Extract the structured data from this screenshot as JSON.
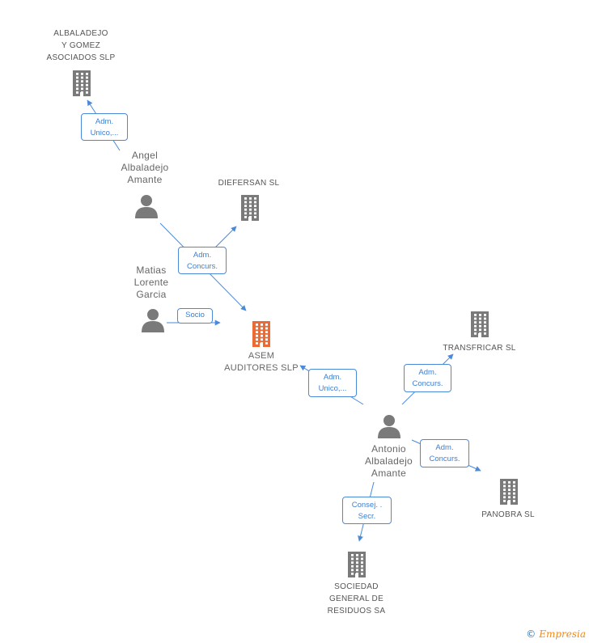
{
  "colors": {
    "edge": "#4a8ad8",
    "company_icon": "#7a7a7a",
    "focus_company_icon": "#ee6a33",
    "person_icon": "#7a7a7a",
    "label": "#555555"
  },
  "nodes": {
    "albaladejo_gomez": {
      "label": "ALBALADEJO\nY GOMEZ\nASOCIADOS  SLP",
      "icon": "building-icon"
    },
    "angel": {
      "label": "Angel\nAlbaladejo\nAmante",
      "icon": "person-icon"
    },
    "diefersan": {
      "label": "DIEFERSAN SL",
      "icon": "building-icon"
    },
    "matias": {
      "label": "Matias\nLorente\nGarcia",
      "icon": "person-icon"
    },
    "asem": {
      "label": "ASEM\nAUDITORES SLP",
      "icon": "building-icon"
    },
    "transfricar": {
      "label": "TRANSFRICAR SL",
      "icon": "building-icon"
    },
    "antonio": {
      "label": "Antonio\nAlbaladejo\nAmante",
      "icon": "person-icon"
    },
    "panobra": {
      "label": "PANOBRA SL",
      "icon": "building-icon"
    },
    "sociedad": {
      "label": "SOCIEDAD\nGENERAL DE\nRESIDUOS SA",
      "icon": "building-icon"
    }
  },
  "relations": {
    "angel_albaladejo": "Adm.\nUnico,...",
    "shared_concurs": "Adm.\nConcurs.",
    "matias_socio": "Socio",
    "antonio_asem": "Adm.\nUnico,...",
    "antonio_transfricar": "Adm.\nConcurs.",
    "antonio_panobra": "Adm.\nConcurs.",
    "antonio_sociedad": "Consej. .\nSecr."
  },
  "brand": {
    "copyright": "©",
    "name": "Empresia"
  }
}
